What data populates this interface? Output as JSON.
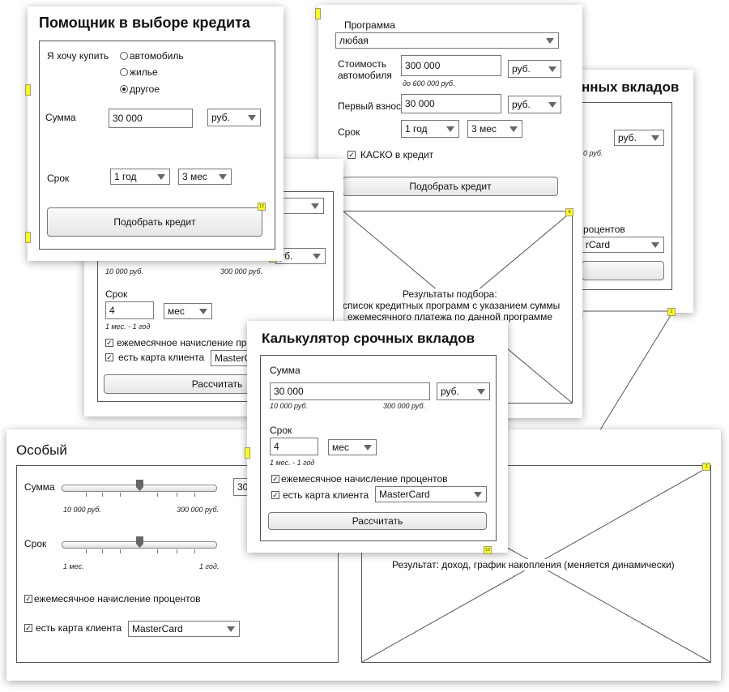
{
  "credit_assistant": {
    "title": "Помощник в выборе кредита",
    "want_buy_label": "Я хочу купить",
    "options": [
      "автомобиль",
      "жилье",
      "другое"
    ],
    "selected_option": "другое",
    "sum_label": "Сумма",
    "sum_value": "30 000",
    "currency": "руб.",
    "term_label": "Срок",
    "term_years": "1 год",
    "term_months": "3 мес",
    "button": "Подобрать кредит",
    "badge": "12"
  },
  "car_loan": {
    "program_label": "Программа",
    "program_value": "любая",
    "cost_label_1": "Стоимость",
    "cost_label_2": "автомобиля",
    "cost_value": "300 000",
    "cost_currency": "руб.",
    "cost_hint": "до 600 000 руб.",
    "down_label": "Первый взнос",
    "down_value": "30 000",
    "down_currency": "руб.",
    "term_label": "Срок",
    "term_years": "1 год",
    "term_months": "3 мес",
    "kasko": "КАСКО в кредит",
    "button": "Подобрать кредит",
    "badge": "8",
    "results_line1": "Результаты подбора:",
    "results_line2": "список кредитных программ с указанием суммы",
    "results_line3": "ежемесячного платежа по данной программе"
  },
  "back_deposit": {
    "title_fragment": "нных вкладов",
    "select_value": "руб.",
    "hint_fragment": "0 руб.",
    "interest_fragment": "роцентов",
    "card_fragment": "rCard",
    "badge": "2"
  },
  "mid_calc": {
    "range_min": "10 000 руб.",
    "range_max": "300 000 руб.",
    "currency_fragment": "уб.",
    "term_label": "Срок",
    "term_value": "4",
    "term_unit": "мес",
    "term_hint": "1 мес. - 1 год",
    "monthly_interest": "ежемесячное начисление про",
    "client_card": "есть карта клиента",
    "card_value": "MasterC",
    "button": "Рассчитать"
  },
  "deposit_calc": {
    "title": "Калькулятор срочных вкладов",
    "sum_label": "Сумма",
    "sum_value": "30 000",
    "currency": "руб.",
    "range_min": "10 000 руб.",
    "range_max": "300 000 руб.",
    "term_label": "Срок",
    "term_value": "4",
    "term_unit": "мес",
    "term_hint": "1 мес. - 1 год",
    "monthly_interest": "ежемесячное начисление процентов",
    "client_card": "есть карта клиента",
    "card_value": "MasterCard",
    "button": "Рассчитать",
    "badge": "13"
  },
  "special": {
    "title": "Особый",
    "sum_label": "Сумма",
    "sum_value_fragment": "30",
    "sum_min": "10 000 руб.",
    "sum_max": "300 000 руб.",
    "term_label": "Срок",
    "term_min": "1 мес.",
    "term_max": "1 год.",
    "monthly_interest": "ежемесячное начисление процентов",
    "client_card": "есть карта клиента",
    "card_value": "MasterCard",
    "result_text": "Результат: доход, график накопления (меняется динамически)",
    "badge": "2"
  },
  "colors": {
    "note": "#ffff00",
    "border": "#555555"
  }
}
